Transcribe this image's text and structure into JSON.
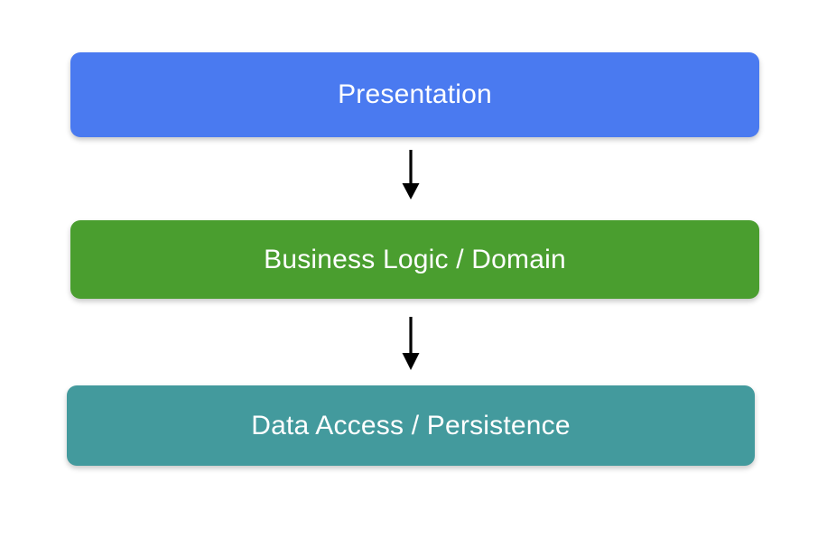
{
  "diagram": {
    "type": "layered-architecture-flow",
    "background_color": "#ffffff",
    "orientation": "vertical-top-down",
    "layers": [
      {
        "id": "presentation",
        "label": "Presentation",
        "fill_color": "#4a7af0",
        "text_color": "#ffffff",
        "order": 1
      },
      {
        "id": "business-logic",
        "label": "Business Logic / Domain",
        "fill_color": "#4a9e2f",
        "text_color": "#ffffff",
        "order": 2
      },
      {
        "id": "data-access",
        "label": "Data Access / Persistence",
        "fill_color": "#439a9d",
        "text_color": "#ffffff",
        "order": 3
      }
    ],
    "connectors": [
      {
        "id": "presentation-to-business",
        "from": "presentation",
        "to": "business-logic",
        "style": "solid-arrow",
        "color": "#000000",
        "label": ""
      },
      {
        "id": "business-to-data",
        "from": "business-logic",
        "to": "data-access",
        "style": "solid-arrow",
        "color": "#000000",
        "label": ""
      }
    ]
  }
}
